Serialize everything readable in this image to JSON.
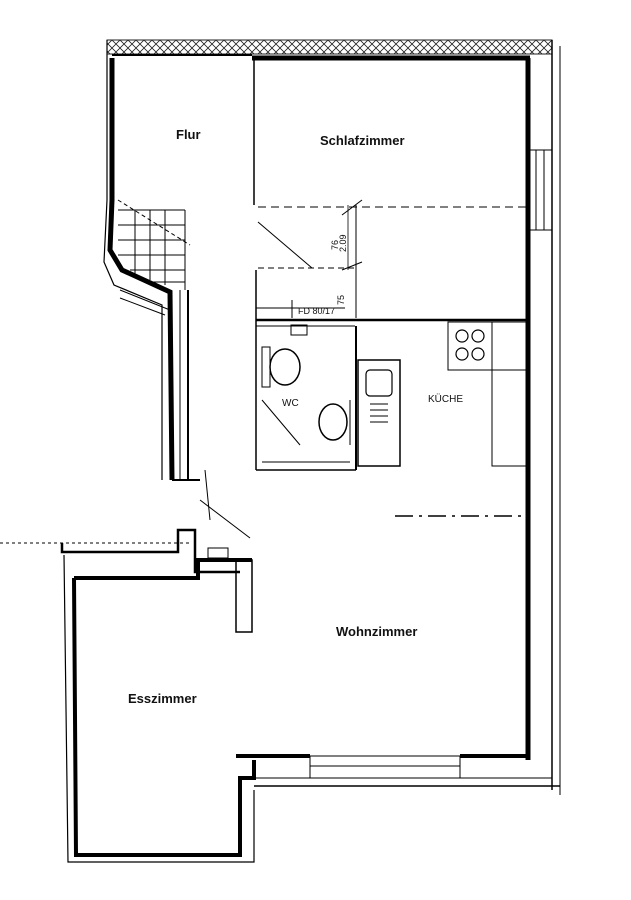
{
  "rooms": {
    "flur": "Flur",
    "schlafzimmer": "Schlafzimmer",
    "kueche": "KÜCHE",
    "wc": "WC",
    "wohnzimmer": "Wohnzimmer",
    "esszimmer": "Esszimmer"
  },
  "dimensions": {
    "d76": "76",
    "d209": "2.09",
    "d75": "75",
    "door_fd": "FD 80/17"
  }
}
